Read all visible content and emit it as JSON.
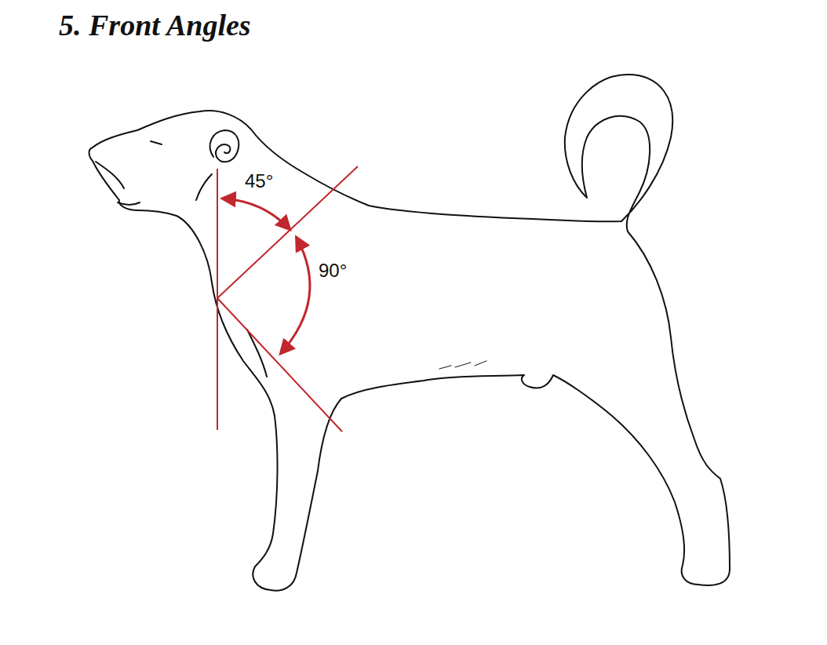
{
  "diagram": {
    "title": "5. Front Angles",
    "labels": [
      "45°",
      "90°"
    ]
  }
}
